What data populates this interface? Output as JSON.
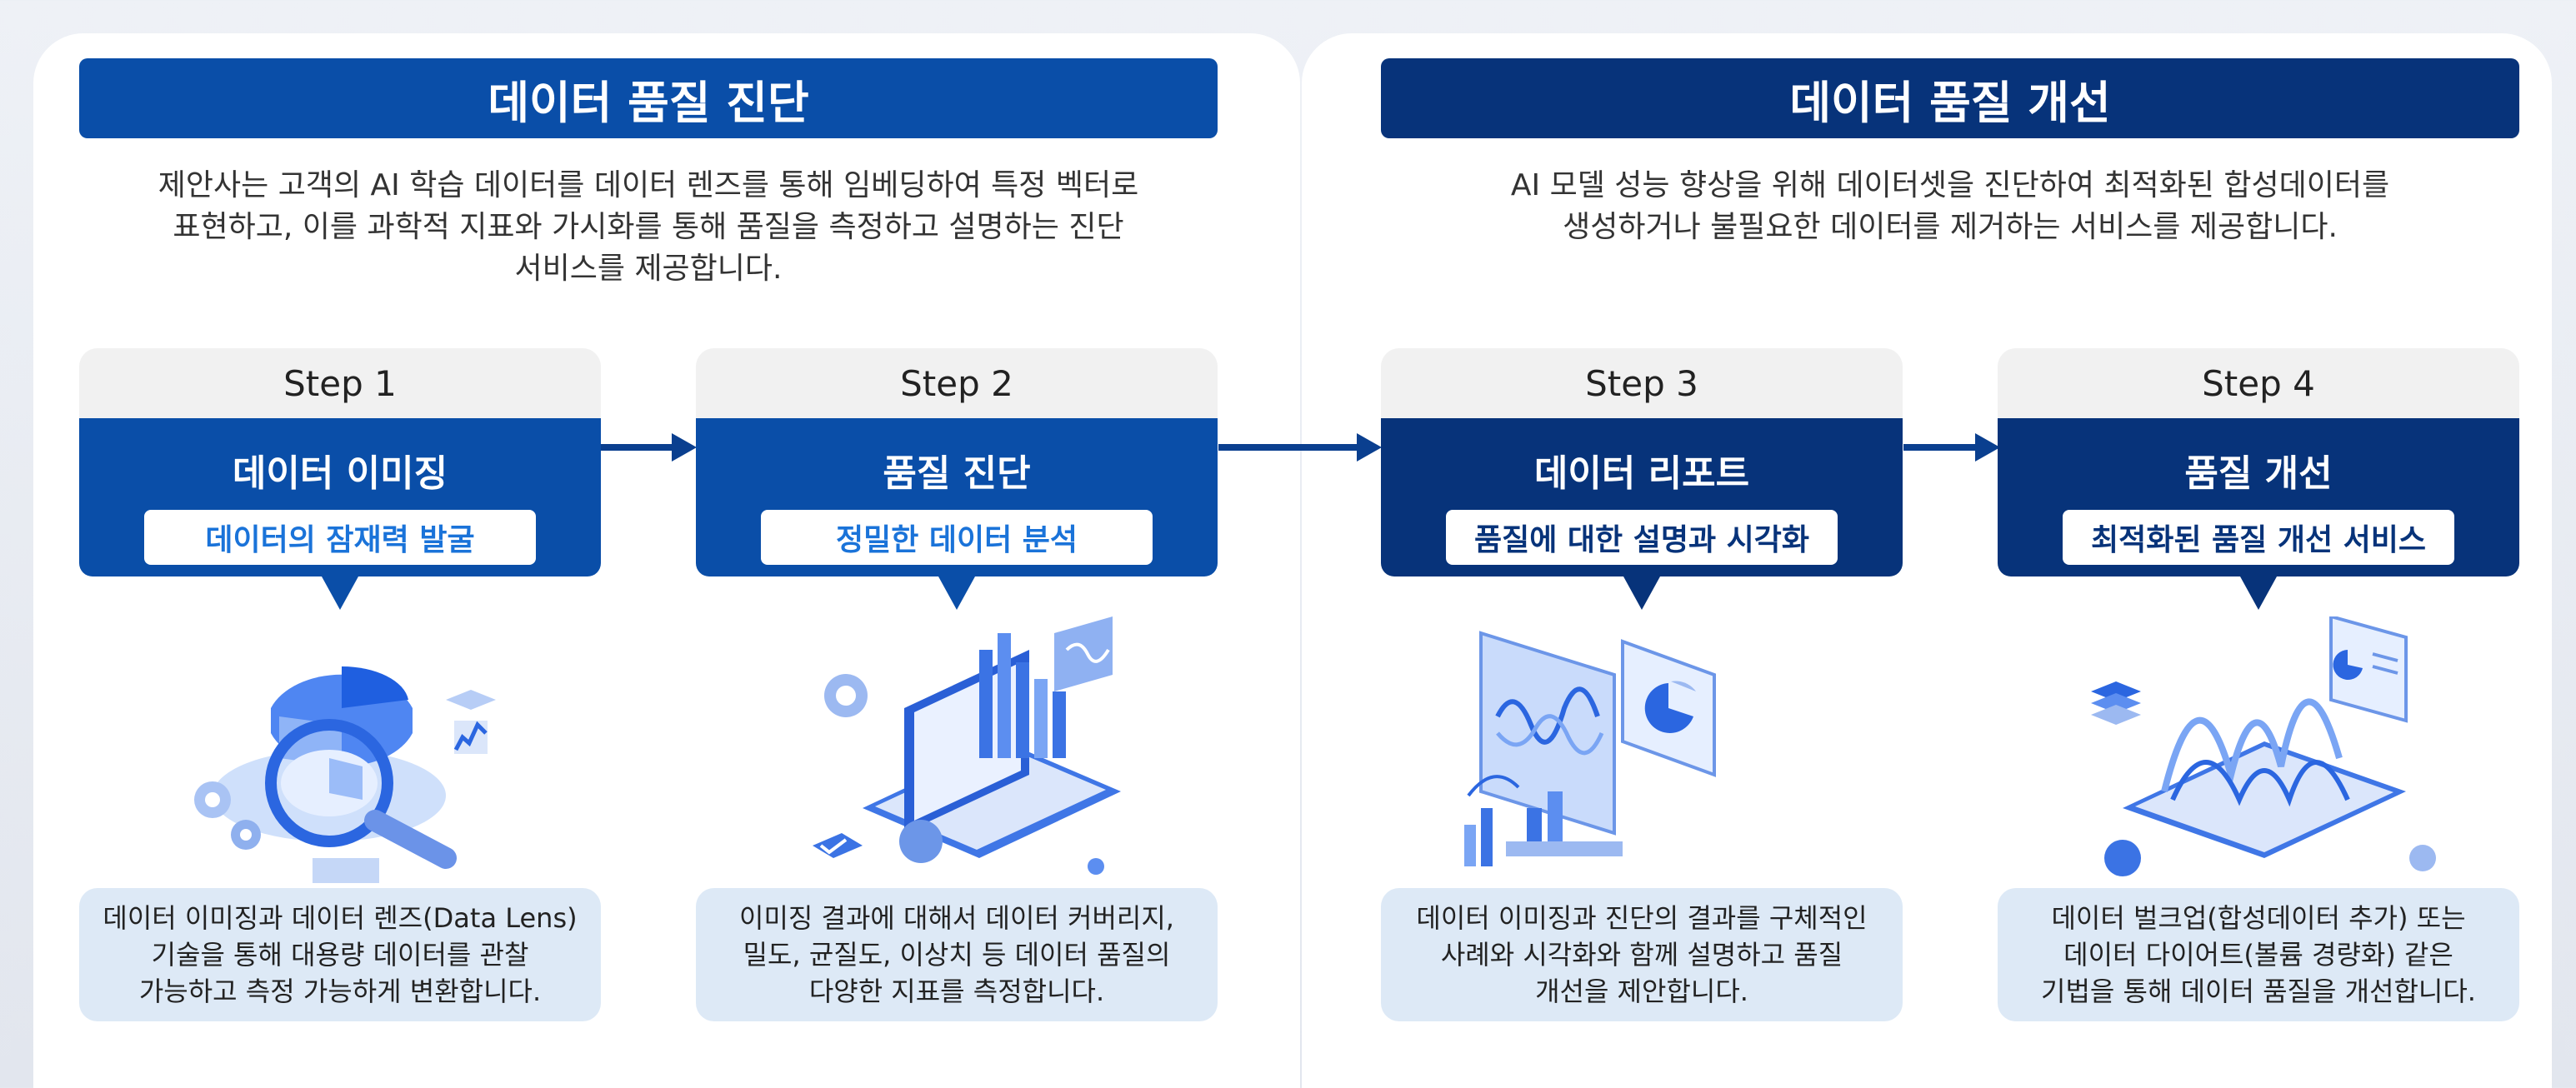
{
  "sections": [
    {
      "title": "데이터 품질 진단",
      "description": "제안사는 고객의 AI 학습 데이터를 데이터 렌즈를 통해 임베딩하여 특정 벡터로\n표현하고, 이를 과학적 지표와 가시화를 통해 품질을 측정하고 설명하는 진단\n서비스를 제공합니다."
    },
    {
      "title": "데이터 품질 개선",
      "description": "AI 모델 성능 향상을 위해 데이터셋을 진단하여 최적화된 합성데이터를\n생성하거나 불필요한 데이터를 제거하는 서비스를 제공합니다."
    }
  ],
  "steps": [
    {
      "label": "Step 1",
      "name": "데이터 이미징",
      "tag": "데이터의 잠재력 발굴",
      "note": "데이터 이미징과 데이터 렌즈(Data Lens)\n기술을 통해 대용량 데이터를 관찰\n가능하고 측정 가능하게 변환합니다."
    },
    {
      "label": "Step 2",
      "name": "품질 진단",
      "tag": "정밀한 데이터 분석",
      "note": "이미징 결과에 대해서 데이터 커버리지,\n밀도, 균질도, 이상치 등 데이터 품질의\n다양한 지표를 측정합니다."
    },
    {
      "label": "Step 3",
      "name": "데이터 리포트",
      "tag": "품질에 대한 설명과 시각화",
      "note": "데이터 이미징과 진단의 결과를 구체적인\n사례와 시각화와 함께 설명하고 품질\n개선을 제안합니다."
    },
    {
      "label": "Step 4",
      "name": "품질 개선",
      "tag": "최적화된 품질 개선 서비스",
      "note": "데이터 벌크업(합성데이터 추가) 또는\n데이터 다이어트(볼륨 경량화) 같은\n기법을 통해 데이터 품질을 개선합니다."
    }
  ],
  "colors": {
    "primary_blue": "#0a4ea8",
    "navy": "#07337a",
    "tag_text_blue": "#1a73d9",
    "note_bg": "#dde9f6"
  },
  "icons": {
    "step1": "data-imaging-illustration",
    "step2": "quality-diagnosis-illustration",
    "step3": "data-report-illustration",
    "step4": "quality-improvement-illustration"
  }
}
